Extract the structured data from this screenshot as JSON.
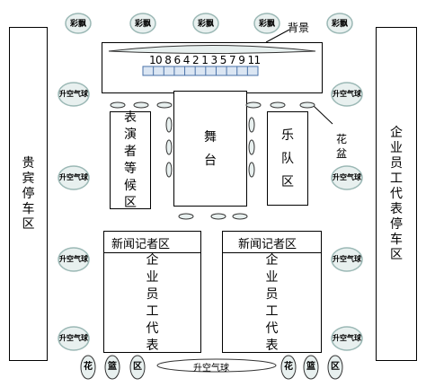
{
  "stage_label": "背景",
  "stage_numbers": "10 8 6 4 2 1 3 5 7 9 11",
  "stage": "舞台",
  "band": "乐队区",
  "performers_waiting": "表演者等候区",
  "vip_parking": "贵宾停车区",
  "employee_parking": "企业员工代表停车区",
  "flower_pot": "花盆",
  "press_left": "新闻记者区",
  "press_right": "新闻记者区",
  "employees_left": "企业员工代表",
  "employees_right": "企业员工代表",
  "streamer": "彩飘",
  "balloon": "升空气球",
  "bottom_balloon": "升空气球",
  "flower_area": "花篮区",
  "colors": {
    "stroke": "#000000",
    "ellipse_fill": "#e8f0ef",
    "ellipse_shade": "#9bb8b5",
    "numbers_fill": "#dbe6f3",
    "numbers_stroke": "#4a72a8"
  }
}
